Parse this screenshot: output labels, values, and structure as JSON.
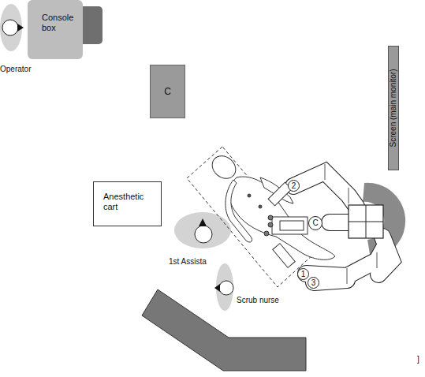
{
  "diagram": {
    "nodes": [
      {
        "text": [
          "Console box"
        ]
      },
      {
        "text": [
          "C"
        ]
      },
      {
        "text": [
          "Screen (main monitor)"
        ]
      },
      {
        "text": [
          "Anesthetic cart"
        ]
      },
      {
        "text": [
          "2"
        ]
      },
      {
        "text": [
          "C"
        ]
      },
      {
        "text": [
          "1"
        ]
      },
      {
        "text": [
          "3"
        ]
      }
    ],
    "labels": [
      "Operator",
      "1st Assista",
      "Scrub nurse",
      "]"
    ]
  }
}
